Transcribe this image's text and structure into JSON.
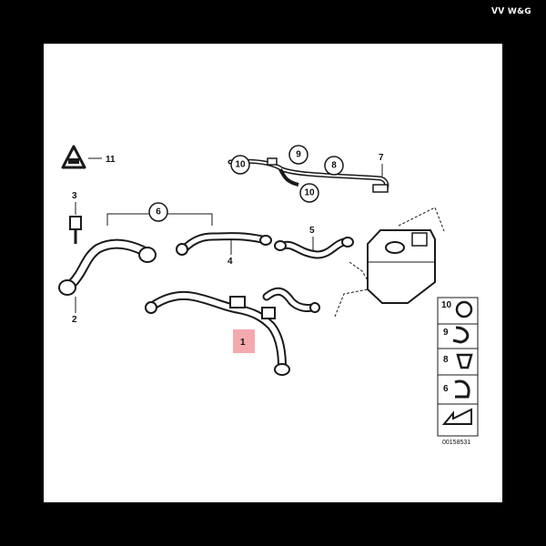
{
  "brand": {
    "text": "W&G"
  },
  "labels": {
    "l1": "1",
    "l2": "2",
    "l3": "3",
    "l4": "4",
    "l5": "5",
    "l6": "6",
    "l7": "7",
    "l8": "8",
    "l9": "9",
    "l10a": "10",
    "l10b": "10",
    "l11": "11"
  },
  "legend": {
    "items": [
      "10",
      "9",
      "8",
      "6"
    ]
  },
  "diagram_code": "00158531",
  "colors": {
    "highlight": "#f4a9ae",
    "ink": "#1a1a1a",
    "background": "#ffffff"
  }
}
